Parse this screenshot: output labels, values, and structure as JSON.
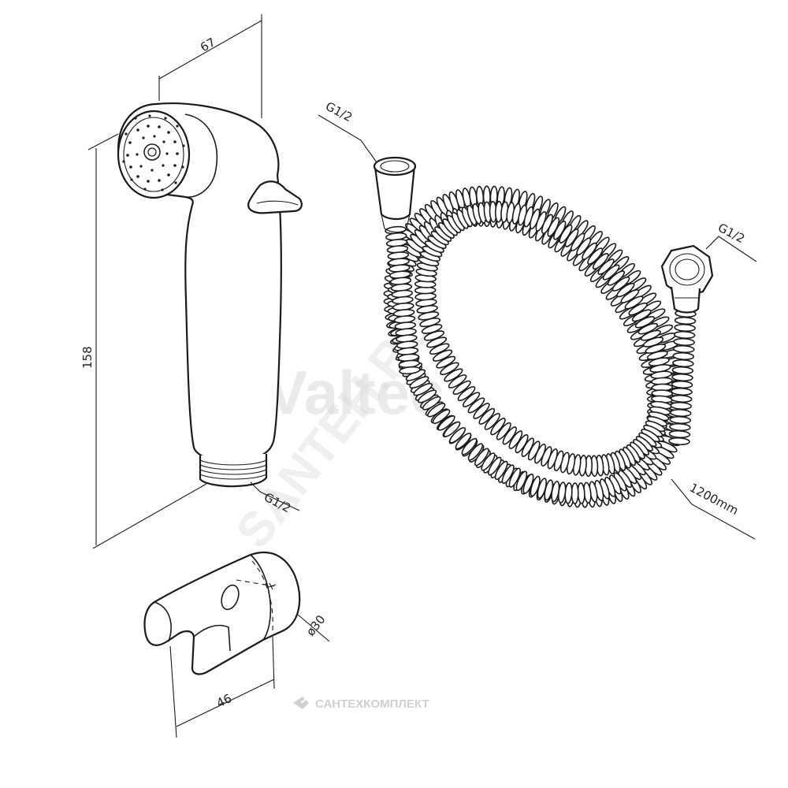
{
  "dimensions": {
    "sprayer_width": "67",
    "sprayer_height": "158",
    "sprayer_thread": "G1/2",
    "hose_inlet_thread": "G1/2",
    "hose_outlet_thread": "G1/2",
    "hose_length": "1200mm",
    "holder_diameter": "ø30",
    "holder_width": "46"
  },
  "watermarks": {
    "brand": "Valtec",
    "site": "SANTEH.RU",
    "company": "САНТЕХКОМПЛЕКТ"
  },
  "colors": {
    "line": "#1a1a1a",
    "watermark": "#d9d9d9"
  }
}
